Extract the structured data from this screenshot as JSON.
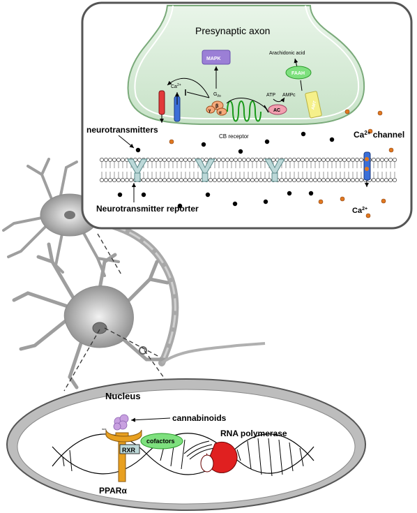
{
  "axon_panel": {
    "title": "Presynaptic axon",
    "mapk": "MAPK",
    "arachidonic_acid": "Arachidonic acid",
    "faah": "FAAH",
    "ca": "Ca",
    "ca_sup": "2+",
    "g_protein": "G",
    "g_sub": "i/o",
    "beta": "β",
    "gamma": "γ",
    "alpha": "α",
    "atp": "ATP",
    "amp": "AMPc",
    "ac": "AC",
    "amt": "AMT",
    "cb_receptor": "CB receptor",
    "neurotransmitters": "neurotransmitters",
    "ca_channel_ca": "Ca",
    "ca_channel_sup": "2+",
    "ca_channel_label": " channel",
    "reporter": "Neurotransmitter reporter",
    "ca_bottom": "Ca",
    "ca_bottom_sup": "2+"
  },
  "nucleus_panel": {
    "title": "Nucleus",
    "cannabinoids": "cannabinoids",
    "cofactors": "cofactors",
    "rxr": "RXR",
    "rna_polymerase": "RNA polymerase",
    "ppar": "PPARα"
  },
  "colors": {
    "panel_border": "#555555",
    "axon_fill": "#d8ecd8",
    "mapk": "#9b7fd6",
    "faah": "#7ee07e",
    "ac": "#f2a0b0",
    "amt": "#f5f08a",
    "receptor_coil": "#1a9a1a",
    "channel_red": "#e23a3a",
    "channel_blue": "#3b6fd8",
    "ion_orange": "#e07820",
    "ppar_orange": "#e8a020",
    "cofactor_green": "#7ee07e",
    "rnapol_red": "#e02020",
    "cannabinoid_purple": "#c8a0e0",
    "neuron_gray": "#9a9a9a"
  }
}
